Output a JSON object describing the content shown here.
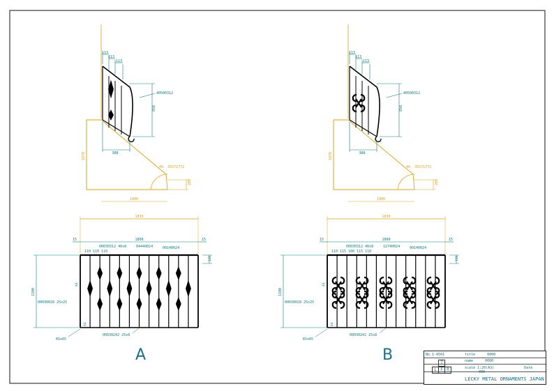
{
  "colors": {
    "frame": "#111111",
    "dim": "#0f7a7a",
    "structure": "#d9a21c",
    "ink": "#000000",
    "label": "#1e6f8a"
  },
  "views": [
    {
      "letter": "A",
      "side": {
        "ticks": [
          "113",
          "113",
          "113"
        ],
        "part": "40500312",
        "height": "850",
        "base": "388"
      },
      "stair": {
        "height": "1070",
        "angle": "40. 35571772",
        "run": "1000",
        "rise": "200"
      },
      "front": {
        "overall": "1830",
        "span": "1800",
        "end_left": "15",
        "end_right": "15",
        "top_rail": "00030312  40x8",
        "parts": [
          "04440024",
          "00140024"
        ],
        "spacing": "110 110 110",
        "height": "1100",
        "post": "00030028  25x25",
        "rail_h": "120",
        "gap": "44",
        "gap2": "44",
        "base_post": "65x65",
        "bottom_rail": "00030242  25x8"
      }
    },
    {
      "letter": "B",
      "side": {
        "ticks": [
          "113",
          "113",
          "113"
        ],
        "part": "40500312",
        "height": "850",
        "base": "388"
      },
      "stair": {
        "height": "1070",
        "angle": "40. 35571772",
        "run": "1000",
        "rise": "200"
      },
      "front": {
        "overall": "1830",
        "span": "1800",
        "end_left": "15",
        "end_right": "15",
        "top_rail": "00030312  40x8",
        "parts": [
          "12740024",
          "00140024"
        ],
        "spacing": "110 115 100 115 110",
        "height": "1100",
        "post": "00030028  25x25",
        "rail_h": "120",
        "gap": "44",
        "gap2": "44",
        "base_post": "65x65",
        "bottom_rail": "00030242  25x8"
      }
    }
  ],
  "title_block": {
    "no": "1-4501",
    "title": "0000",
    "scale": "1:20(A3)",
    "name_code": "0000",
    "plan_label": "Date",
    "date_value": "000",
    "boxes": [
      "T",
      "L",
      "F",
      "R"
    ],
    "company": "LECKY METAL ORNAMENTS JAPAN"
  }
}
